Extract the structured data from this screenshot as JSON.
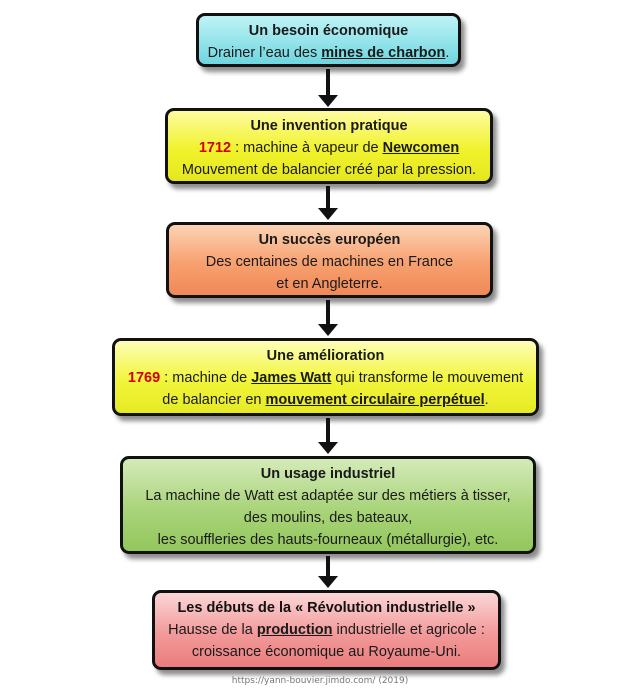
{
  "steps": [
    {
      "title": "Un besoin économique",
      "line1_pre": "Drainer l’eau des ",
      "line1_bold": "mines de charbon",
      "line1_post": "."
    },
    {
      "title": "Une invention pratique",
      "year": "1712",
      "line1_pre": " : machine à vapeur de ",
      "line1_bold": "Newcomen",
      "line2": "Mouvement de balancier créé par la pression."
    },
    {
      "title": "Un succès européen",
      "line1": "Des centaines de machines en France",
      "line2": "et en Angleterre."
    },
    {
      "title": "Une amélioration",
      "year": "1769",
      "line1_pre": " : machine de ",
      "line1_bold": "James Watt",
      "line1_post": " qui transforme le mouvement",
      "line2_pre": "de balancier en ",
      "line2_bold": "mouvement circulaire perpétuel",
      "line2_post": "."
    },
    {
      "title": "Un usage industriel",
      "line1": "La machine de Watt est adaptée sur des métiers à tisser,",
      "line2": "des moulins, des bateaux,",
      "line3": "les souffleries des hauts-fourneaux (métallurgie), etc."
    },
    {
      "title": "Les débuts de la « Révolution industrielle »",
      "line1_pre": "Hausse de la ",
      "line1_bold": "production",
      "line1_post": " industrielle et agricole :",
      "line2": "croissance économique au Royaume-Uni."
    }
  ],
  "credit": "https://yann-bouvier.jimdo.com/ (2019)",
  "colors": {
    "step1": "#6fd6df",
    "step2": "#f0f22c",
    "step3": "#f7a06f",
    "step4": "#f1f53a",
    "step5": "#a9d47a",
    "step6": "#f29a9a",
    "year": "#d40000"
  }
}
